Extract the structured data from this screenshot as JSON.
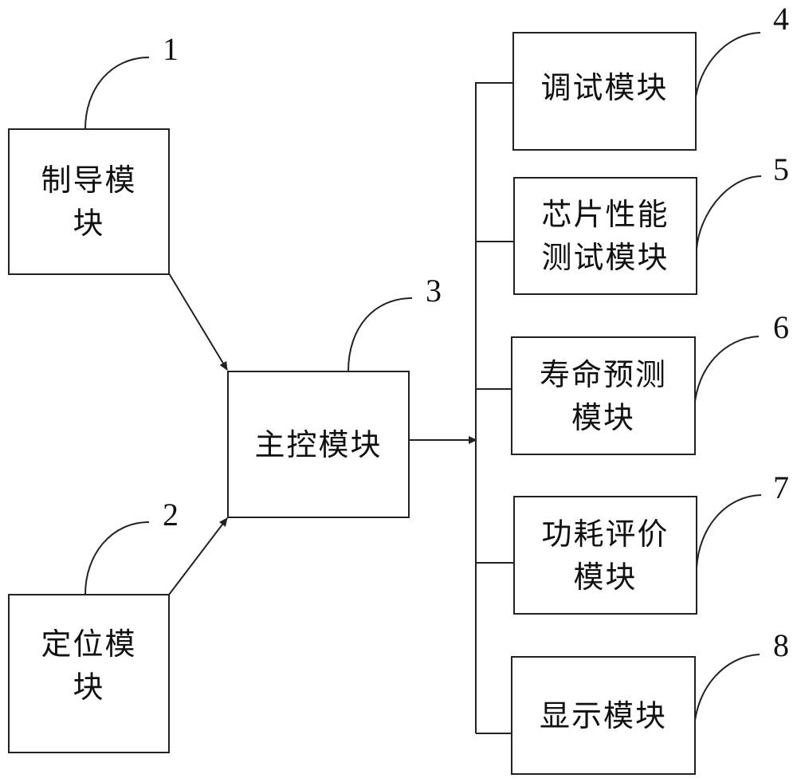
{
  "diagram": {
    "modules": [
      {
        "id": "guidance",
        "ref": "1",
        "label_lines": [
          "制导模",
          "块"
        ]
      },
      {
        "id": "positioning",
        "ref": "2",
        "label_lines": [
          "定位模",
          "块"
        ]
      },
      {
        "id": "main-control",
        "ref": "3",
        "label_lines": [
          "主控模块"
        ]
      },
      {
        "id": "debug",
        "ref": "4",
        "label_lines": [
          "调试模块"
        ]
      },
      {
        "id": "chip-performance-test",
        "ref": "5",
        "label_lines": [
          "芯片性能",
          "测试模块"
        ]
      },
      {
        "id": "life-prediction",
        "ref": "6",
        "label_lines": [
          "寿命预测",
          "模块"
        ]
      },
      {
        "id": "power-evaluation",
        "ref": "7",
        "label_lines": [
          "功耗评价",
          "模块"
        ]
      },
      {
        "id": "display",
        "ref": "8",
        "label_lines": [
          "显示模块"
        ]
      }
    ],
    "connections": [
      {
        "from": "guidance",
        "to": "main-control",
        "arrow": true
      },
      {
        "from": "positioning",
        "to": "main-control",
        "arrow": true
      },
      {
        "from": "main-control",
        "to": "bus",
        "arrow": true
      },
      {
        "from": "bus",
        "to": "debug",
        "arrow": false
      },
      {
        "from": "bus",
        "to": "chip-performance-test",
        "arrow": false
      },
      {
        "from": "bus",
        "to": "life-prediction",
        "arrow": false
      },
      {
        "from": "bus",
        "to": "power-evaluation",
        "arrow": false
      },
      {
        "from": "bus",
        "to": "display",
        "arrow": false
      }
    ],
    "line_color": "#222222"
  }
}
